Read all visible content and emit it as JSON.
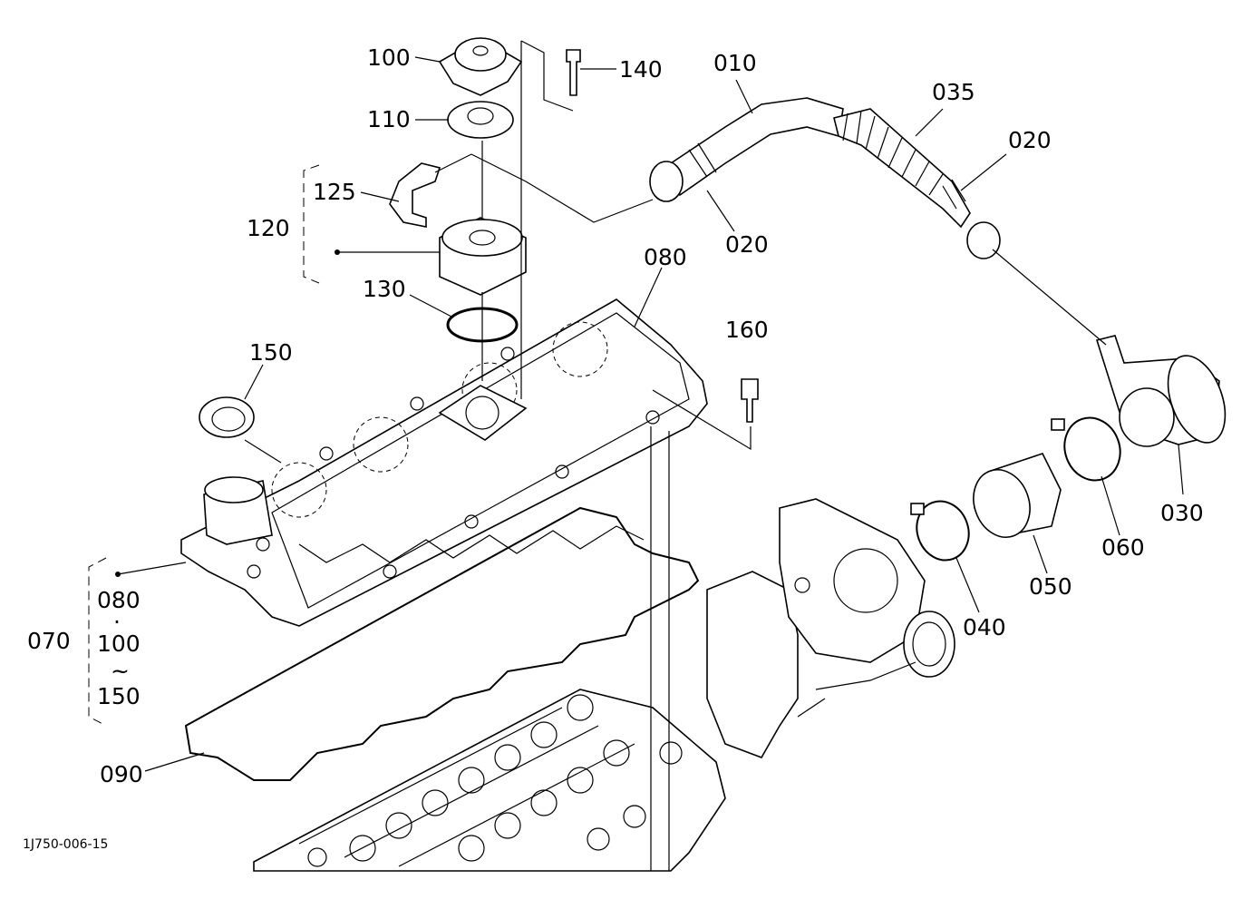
{
  "parts": {
    "p010": "010",
    "p020a": "020",
    "p020b": "020",
    "p030": "030",
    "p035": "035",
    "p040": "040",
    "p050": "050",
    "p060": "060",
    "p070": "070",
    "p080": "080",
    "p090": "090",
    "p100": "100",
    "p110": "110",
    "p120": "120",
    "p125": "125",
    "p130": "130",
    "p140": "140",
    "p150": "150",
    "p160": "160"
  },
  "set_070": {
    "line1": "080",
    "sep": "·",
    "line2": "100",
    "tilde": "~",
    "line3": "150"
  },
  "drawing_code": "1J750-006-15"
}
